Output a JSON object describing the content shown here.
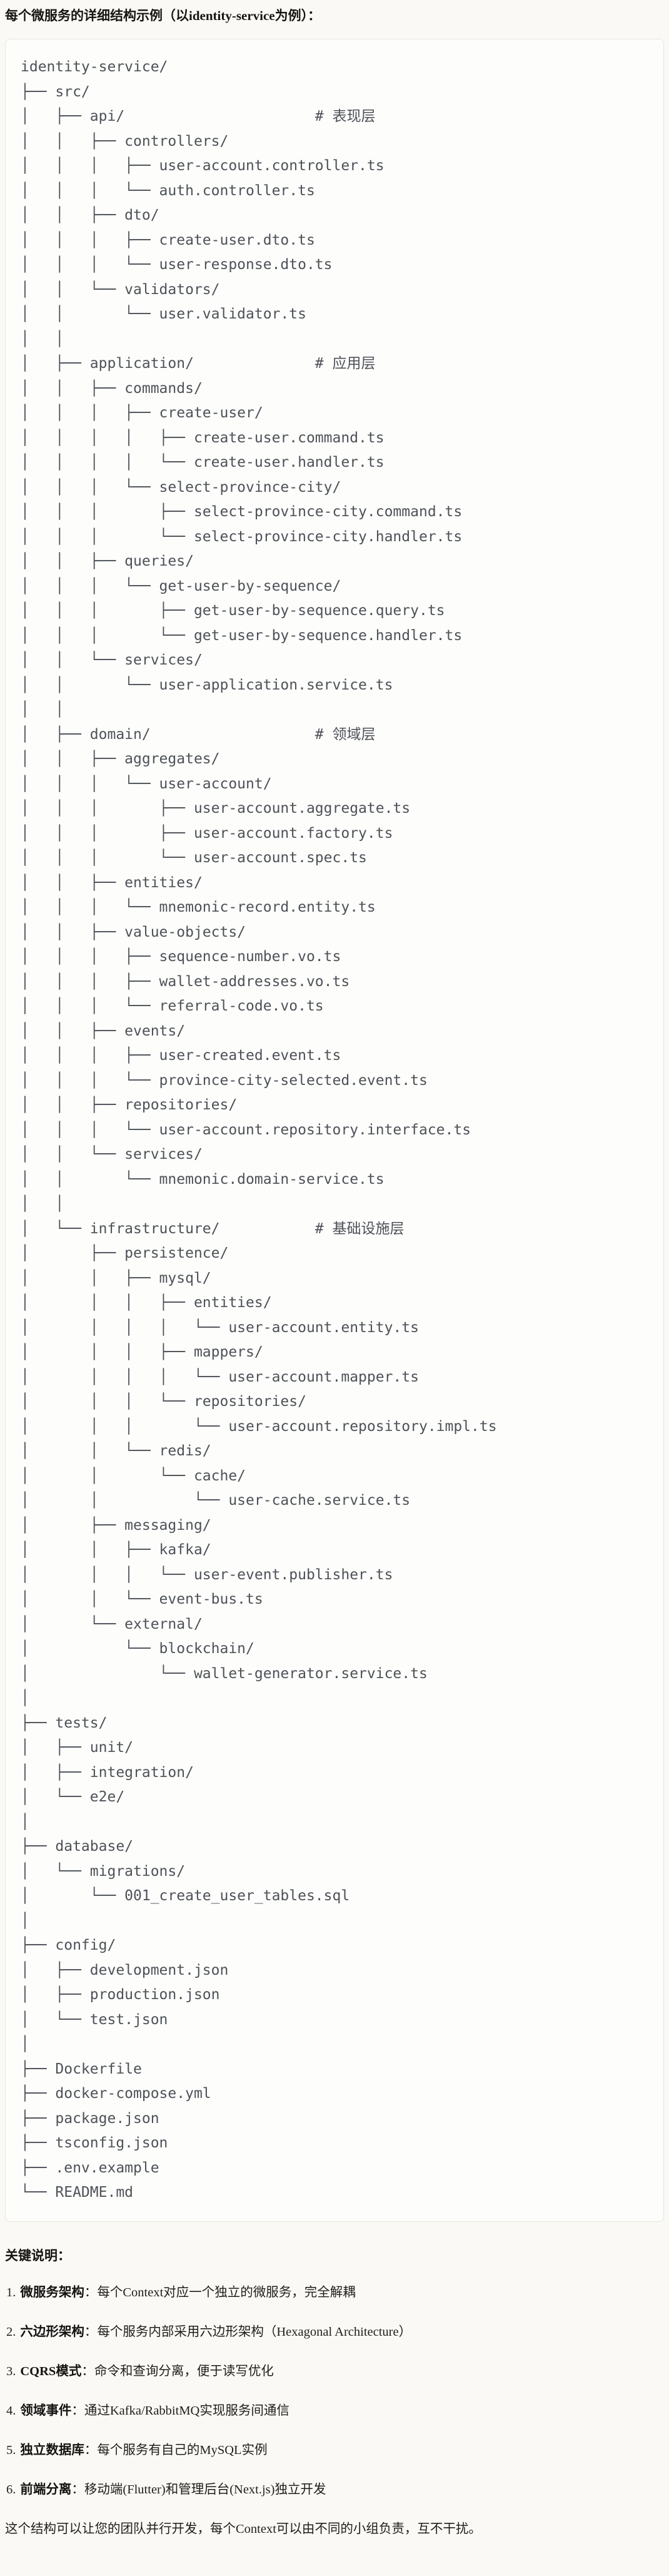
{
  "page": {
    "heading": "每个微服务的详细结构示例（以identity-service为例）：",
    "notes_heading": "关键说明：",
    "footer": "这个结构可以让您的团队并行开发，每个Context可以由不同的小组负责，互不干扰。"
  },
  "colors": {
    "page_background": "#faf9f5",
    "code_background": "#fdfdfb",
    "code_border": "#e7e5de",
    "tree_text": "#4d5258",
    "heading_text": "#161511"
  },
  "tree": {
    "root": "identity-service/",
    "layer_comments": [
      "# 表现层",
      "# 应用层",
      "# 领域层",
      "# 基础设施层"
    ],
    "lines": [
      "identity-service/",
      "├── src/",
      "│   ├── api/                      # 表现层",
      "│   │   ├── controllers/",
      "│   │   │   ├── user-account.controller.ts",
      "│   │   │   └── auth.controller.ts",
      "│   │   ├── dto/",
      "│   │   │   ├── create-user.dto.ts",
      "│   │   │   └── user-response.dto.ts",
      "│   │   └── validators/",
      "│   │       └── user.validator.ts",
      "│   │",
      "│   ├── application/              # 应用层",
      "│   │   ├── commands/",
      "│   │   │   ├── create-user/",
      "│   │   │   │   ├── create-user.command.ts",
      "│   │   │   │   └── create-user.handler.ts",
      "│   │   │   └── select-province-city/",
      "│   │   │       ├── select-province-city.command.ts",
      "│   │   │       └── select-province-city.handler.ts",
      "│   │   ├── queries/",
      "│   │   │   └── get-user-by-sequence/",
      "│   │   │       ├── get-user-by-sequence.query.ts",
      "│   │   │       └── get-user-by-sequence.handler.ts",
      "│   │   └── services/",
      "│   │       └── user-application.service.ts",
      "│   │",
      "│   ├── domain/                   # 领域层",
      "│   │   ├── aggregates/",
      "│   │   │   └── user-account/",
      "│   │   │       ├── user-account.aggregate.ts",
      "│   │   │       ├── user-account.factory.ts",
      "│   │   │       └── user-account.spec.ts",
      "│   │   ├── entities/",
      "│   │   │   └── mnemonic-record.entity.ts",
      "│   │   ├── value-objects/",
      "│   │   │   ├── sequence-number.vo.ts",
      "│   │   │   ├── wallet-addresses.vo.ts",
      "│   │   │   └── referral-code.vo.ts",
      "│   │   ├── events/",
      "│   │   │   ├── user-created.event.ts",
      "│   │   │   └── province-city-selected.event.ts",
      "│   │   ├── repositories/",
      "│   │   │   └── user-account.repository.interface.ts",
      "│   │   └── services/",
      "│   │       └── mnemonic.domain-service.ts",
      "│   │",
      "│   └── infrastructure/           # 基础设施层",
      "│       ├── persistence/",
      "│       │   ├── mysql/",
      "│       │   │   ├── entities/",
      "│       │   │   │   └── user-account.entity.ts",
      "│       │   │   ├── mappers/",
      "│       │   │   │   └── user-account.mapper.ts",
      "│       │   │   └── repositories/",
      "│       │   │       └── user-account.repository.impl.ts",
      "│       │   └── redis/",
      "│       │       └── cache/",
      "│       │           └── user-cache.service.ts",
      "│       ├── messaging/",
      "│       │   ├── kafka/",
      "│       │   │   └── user-event.publisher.ts",
      "│       │   └── event-bus.ts",
      "│       └── external/",
      "│           └── blockchain/",
      "│               └── wallet-generator.service.ts",
      "│",
      "├── tests/",
      "│   ├── unit/",
      "│   ├── integration/",
      "│   └── e2e/",
      "│",
      "├── database/",
      "│   └── migrations/",
      "│       └── 001_create_user_tables.sql",
      "│",
      "├── config/",
      "│   ├── development.json",
      "│   ├── production.json",
      "│   └── test.json",
      "│",
      "├── Dockerfile",
      "├── docker-compose.yml",
      "├── package.json",
      "├── tsconfig.json",
      "├── .env.example",
      "└── README.md"
    ]
  },
  "notes": {
    "items": [
      {
        "number": "1.",
        "label": "微服务架构",
        "colon": "：",
        "text": "每个Context对应一个独立的微服务，完全解耦"
      },
      {
        "number": "2.",
        "label": "六边形架构",
        "colon": "：",
        "text": "每个服务内部采用六边形架构（Hexagonal Architecture）"
      },
      {
        "number": "3.",
        "label": "CQRS模式",
        "colon": "：",
        "text": "命令和查询分离，便于读写优化"
      },
      {
        "number": "4.",
        "label": "领域事件",
        "colon": "：",
        "text": "通过Kafka/RabbitMQ实现服务间通信"
      },
      {
        "number": "5.",
        "label": "独立数据库",
        "colon": "：",
        "text": "每个服务有自己的MySQL实例"
      },
      {
        "number": "6.",
        "label": "前端分离",
        "colon": "：",
        "text": "移动端(Flutter)和管理后台(Next.js)独立开发"
      }
    ]
  }
}
